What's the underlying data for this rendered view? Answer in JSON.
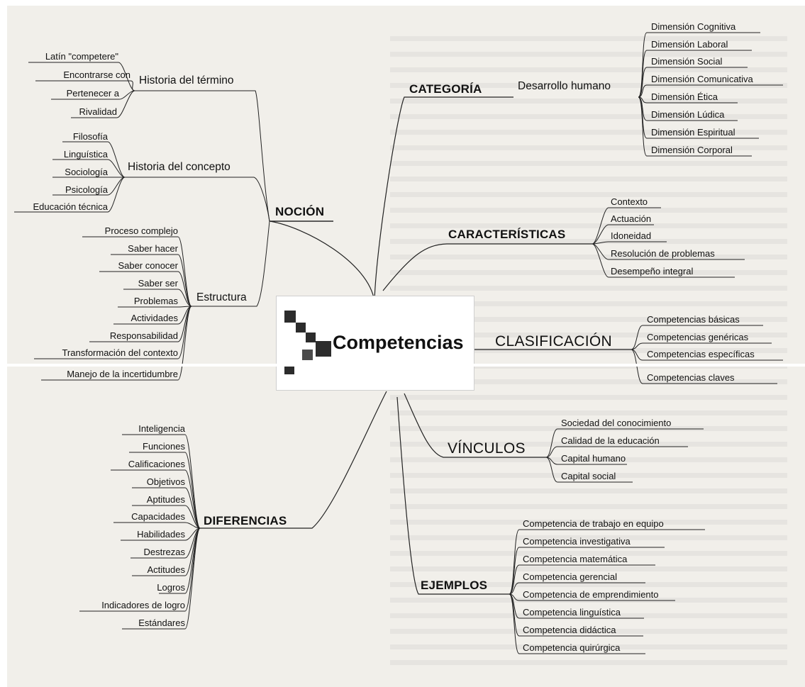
{
  "center": {
    "title": "Competencias"
  },
  "noción": {
    "label": "NOCIÓN",
    "historia_termino": {
      "label": "Historia del término",
      "items": [
        "Latín \"competere\"",
        "Encontrarse con",
        "Pertenecer a",
        "Rivalidad"
      ]
    },
    "historia_concepto": {
      "label": "Historia del concepto",
      "items": [
        "Filosofía",
        "Linguística",
        "Sociología",
        "Psicología",
        "Educación técnica"
      ]
    },
    "estructura": {
      "label": "Estructura",
      "items": [
        "Proceso complejo",
        "Saber hacer",
        "Saber conocer",
        "Saber ser",
        "Problemas",
        "Actividades",
        "Responsabilidad",
        "Transformación del contexto",
        "Manejo de la incertidumbre"
      ]
    }
  },
  "categoria": {
    "label": "CATEGORÍA",
    "sub": "Desarrollo humano",
    "items": [
      "Dimensión Cognitiva",
      "Dimensión Laboral",
      "Dimensión Social",
      "Dimensión Comunicativa",
      "Dimensión Ética",
      "Dimensión Lúdica",
      "Dimensión Espiritual",
      "Dimensión Corporal"
    ]
  },
  "caracteristicas": {
    "label": "CARACTERÍSTICAS",
    "items": [
      "Contexto",
      "Actuación",
      "Idoneidad",
      "Resolución de problemas",
      "Desempeño integral"
    ]
  },
  "clasificacion": {
    "label": "CLASIFICACIÓN",
    "items": [
      "Competencias básicas",
      "Competencias genéricas",
      "Competencias específicas",
      "Competencias claves"
    ]
  },
  "vinculos": {
    "label": "VÍNCULOS",
    "items": [
      "Sociedad del conocimiento",
      "Calidad de la educación",
      "Capital humano",
      "Capital social"
    ]
  },
  "ejemplos": {
    "label": "EJEMPLOS",
    "items": [
      "Competencia de trabajo en equipo",
      "Competencia investigativa",
      "Competencia matemática",
      "Competencia gerencial",
      "Competencia de emprendimiento",
      "Competencia linguística",
      "Competencia didáctica",
      "Competencia quirúrgica"
    ]
  },
  "diferencias": {
    "label": "DIFERENCIAS",
    "items": [
      "Inteligencia",
      "Funciones",
      "Calificaciones",
      "Objetivos",
      "Aptitudes",
      "Capacidades",
      "Habilidades",
      "Destrezas",
      "Actitudes",
      "Logros",
      "Indicadores de logro",
      "Estándares"
    ]
  }
}
